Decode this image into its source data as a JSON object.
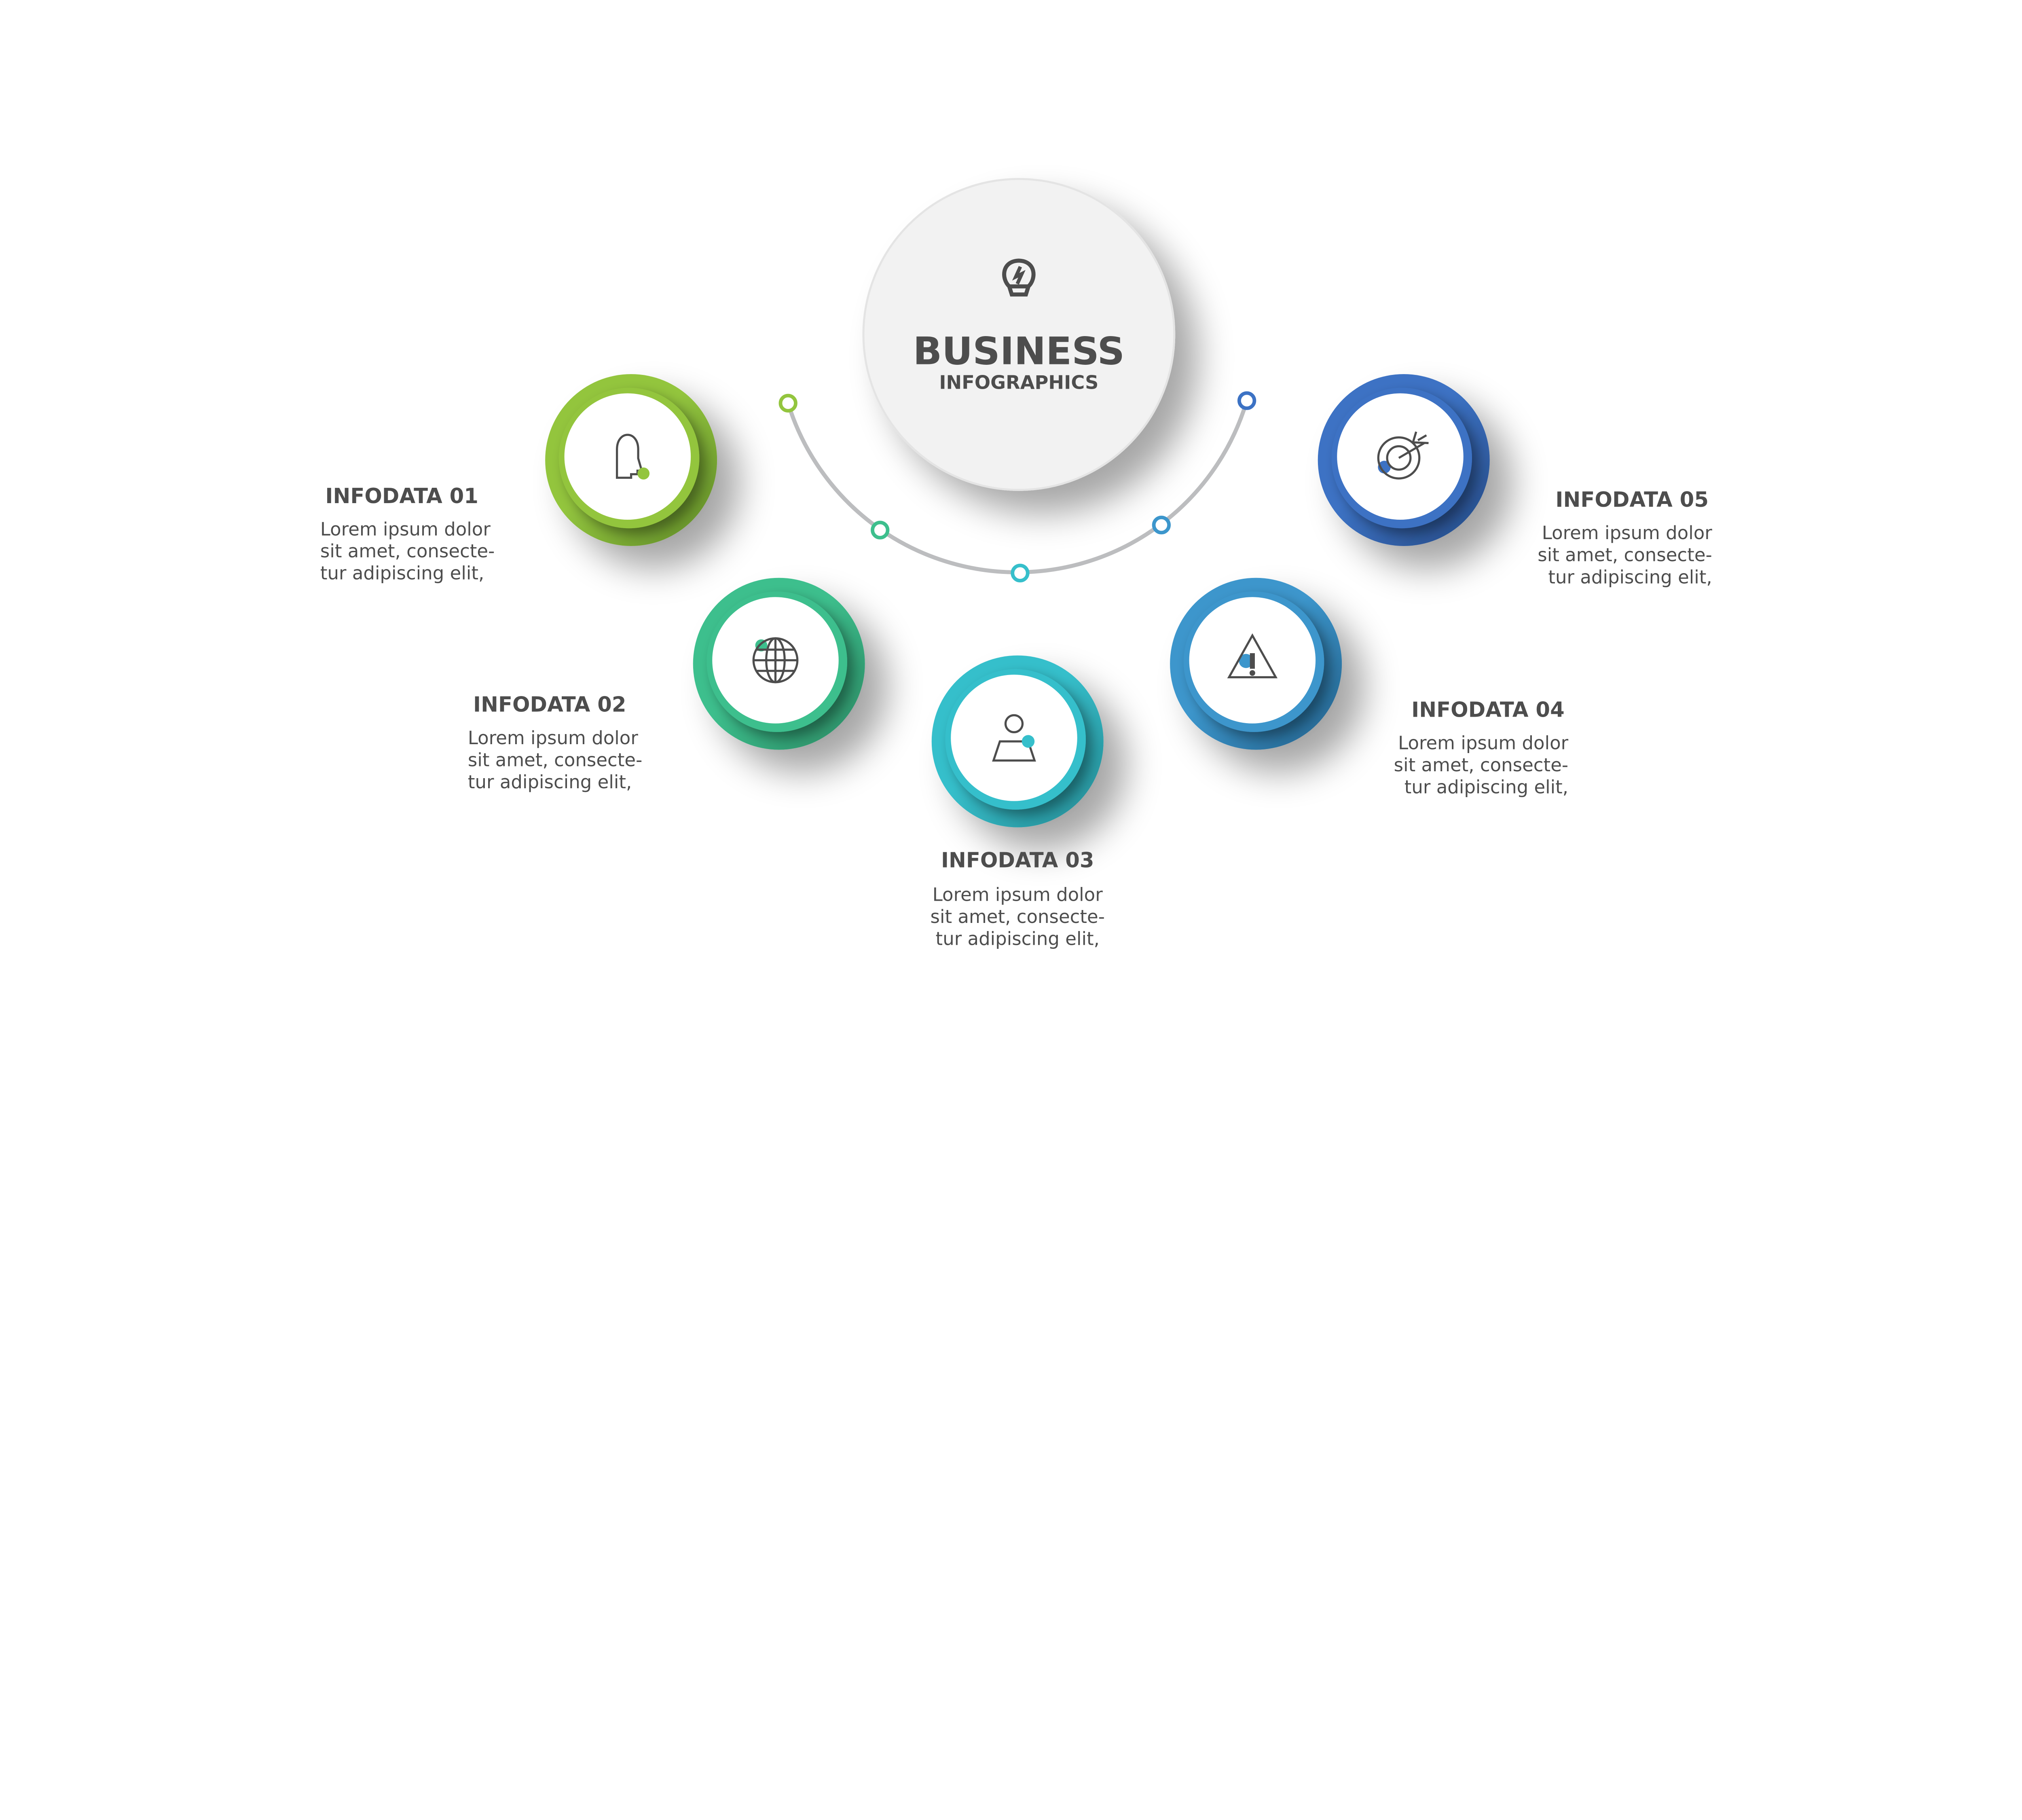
{
  "center": {
    "title": "BUSINESS",
    "subtitle": "INFOGRAPHICS",
    "icon": "lightbulb-icon",
    "fill": "#f2f2f2"
  },
  "connector_color": "#bcbdbf",
  "items": [
    {
      "heading": "INFODATA 01",
      "lines": [
        "Lorem ipsum dolor",
        "sit amet, consecte-",
        "tur adipiscing elit,"
      ],
      "color": "#93c53e",
      "dark": "#5e8a27",
      "icon": "head-profile-icon"
    },
    {
      "heading": "INFODATA 02",
      "lines": [
        "Lorem ipsum dolor",
        "sit amet, consecte-",
        "tur adipiscing elit,"
      ],
      "color": "#3dbf8d",
      "dark": "#2a8a63",
      "icon": "globe-icon"
    },
    {
      "heading": "INFODATA 03",
      "lines": [
        "Lorem ipsum dolor",
        "sit amet, consecte-",
        "tur adipiscing elit,"
      ],
      "color": "#36bfcb",
      "dark": "#248a93",
      "icon": "user-map-icon"
    },
    {
      "heading": "INFODATA 04",
      "lines": [
        "Lorem ipsum dolor",
        "sit amet, consecte-",
        "tur adipiscing elit,"
      ],
      "color": "#3c96cc",
      "dark": "#22608a",
      "icon": "warning-triangle-icon"
    },
    {
      "heading": "INFODATA 05",
      "lines": [
        "Lorem ipsum dolor",
        "sit amet, consecte-",
        "tur adipiscing elit,"
      ],
      "color": "#3c72c4",
      "dark": "#254a85",
      "icon": "target-arrow-icon"
    }
  ]
}
